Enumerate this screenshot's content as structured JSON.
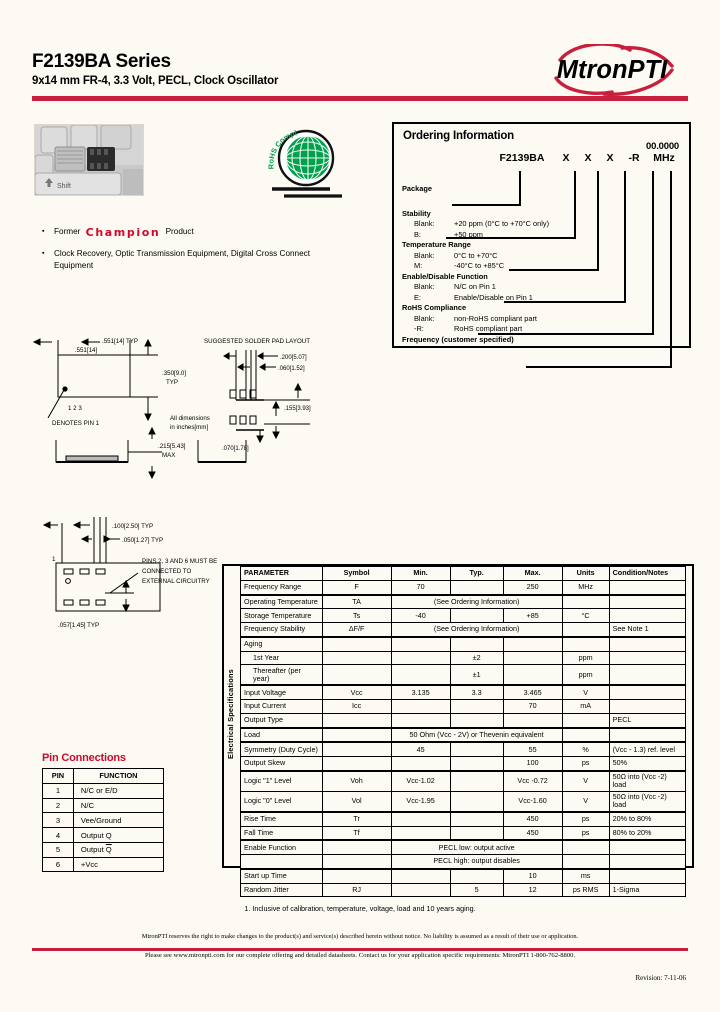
{
  "header": {
    "series_title": "F2139BA Series",
    "subtitle": "9x14 mm FR-4, 3.3 Volt, PECL, Clock Oscillator",
    "brand": "MtronPTI",
    "brand_color": "#c8203c",
    "accent_color": "#cc0a2a"
  },
  "badges": {
    "rohs_label": "RoHS Compliant",
    "rohs_color": "#00a14b"
  },
  "photo": {
    "caption": "Shift"
  },
  "bullets": [
    {
      "prefix": "Former",
      "brand": "Champion",
      "suffix": "Product"
    },
    {
      "text": "Clock Recovery, Optic Transmission Equipment, Digital Cross Connect Equipment"
    }
  ],
  "ordering": {
    "title": "Ordering Information",
    "part_base": "F2139BA",
    "slots": [
      "X",
      "X",
      "X",
      "-R"
    ],
    "freq_value": "00.0000",
    "freq_unit": "MHz",
    "sections": [
      {
        "label": "Package",
        "options": []
      },
      {
        "label": "Stability",
        "options": [
          {
            "code": "Blank:",
            "desc": "+20 ppm (0°C to +70°C only)"
          },
          {
            "code": "B:",
            "desc": "+50 ppm"
          }
        ]
      },
      {
        "label": "Temperature Range",
        "options": [
          {
            "code": "Blank:",
            "desc": "0°C to +70°C"
          },
          {
            "code": "M:",
            "desc": "-40°C to +85°C"
          }
        ]
      },
      {
        "label": "Enable/Disable Function",
        "options": [
          {
            "code": "Blank:",
            "desc": "N/C on Pin 1"
          },
          {
            "code": "E:",
            "desc": "Enable/Disable on Pin 1"
          }
        ]
      },
      {
        "label": "RoHS Compliance",
        "options": [
          {
            "code": "Blank:",
            "desc": "non-RoHS compliant part"
          },
          {
            "code": "-R:",
            "desc": "RoHS compliant part"
          }
        ]
      },
      {
        "label": "Frequency (customer specified)",
        "options": []
      }
    ]
  },
  "mechanical": {
    "solder_pad_title": "SUGGESTED SOLDER PAD LAYOUT",
    "units_note": "All dimensions\nin inches[mm]",
    "labels": {
      "pin1_note": "DENOTES PIN 1",
      "top_width": ".551[14]",
      "top_height": ".350[9.0]\nTYP",
      "side_height": ".215[5.43]\nMAX",
      "pad_a": ".200[5.07]",
      "pad_b": ".060[1.52]",
      "pad_c": ".155[3.93]",
      "pad_d": ".070[1.78]",
      "bot_a": ".100[2.50] TYP",
      "bot_b": ".050[1.27] TYP",
      "bot_c": ".057[1.45] TYP",
      "gnd_note": "PINS 2, 3 AND 6 MUST BE\nCONNECTED TO\nEXTERNAL CIRCUITRY"
    }
  },
  "pin_connections": {
    "title": "Pin Connections",
    "columns": [
      "PIN",
      "FUNCTION"
    ],
    "rows": [
      {
        "pin": "1",
        "function": "N/C or E/D"
      },
      {
        "pin": "2",
        "function": "N/C"
      },
      {
        "pin": "3",
        "function": "Vee/Ground"
      },
      {
        "pin": "4",
        "function": "Output Q"
      },
      {
        "pin": "5",
        "function": "Output Q",
        "overline": true
      },
      {
        "pin": "6",
        "function": "+Vcc"
      }
    ]
  },
  "electrical": {
    "side_label": "Electrical Specifications",
    "columns": [
      "PARAMETER",
      "Symbol",
      "Min.",
      "Typ.",
      "Max.",
      "Units",
      "Condition/Notes"
    ],
    "rows": [
      {
        "parameter": "Frequency Range",
        "symbol": "F",
        "min": "70",
        "typ": "",
        "max": "250",
        "units": "MHz",
        "notes": ""
      },
      {
        "parameter": "Operating Temperature",
        "symbol": "TA",
        "span": "(See Ordering Information)",
        "units": "",
        "notes": ""
      },
      {
        "parameter": "Storage Temperature",
        "symbol": "Ts",
        "min": "-40",
        "typ": "",
        "max": "+85",
        "units": "°C",
        "notes": ""
      },
      {
        "parameter": "Frequency Stability",
        "symbol": "ΔF/F",
        "span": "(See Ordering Information)",
        "units": "",
        "notes": "See Note 1"
      },
      {
        "parameter": "Aging",
        "symbol": "",
        "min": "",
        "typ": "",
        "max": "",
        "units": "",
        "notes": ""
      },
      {
        "parameter": "1st Year",
        "indent": true,
        "symbol": "",
        "min": "",
        "typ": "±2",
        "max": "",
        "units": "ppm",
        "notes": ""
      },
      {
        "parameter": "Thereafter (per year)",
        "indent": true,
        "symbol": "",
        "min": "",
        "typ": "±1",
        "max": "",
        "units": "ppm",
        "notes": ""
      },
      {
        "parameter": "Input Voltage",
        "symbol": "Vcc",
        "min": "3.135",
        "typ": "3.3",
        "max": "3.465",
        "units": "V",
        "notes": ""
      },
      {
        "parameter": "Input Current",
        "symbol": "Icc",
        "min": "",
        "typ": "",
        "max": "70",
        "units": "mA",
        "notes": ""
      },
      {
        "parameter": "Output Type",
        "symbol": "",
        "min": "",
        "typ": "",
        "max": "",
        "units": "",
        "notes": "PECL"
      },
      {
        "parameter": "Load",
        "symbol": "",
        "span": "50 Ohm (Vcc - 2V) or Thevenin equivalent",
        "units": "",
        "notes": ""
      },
      {
        "parameter": "Symmetry (Duty Cycle)",
        "symbol": "",
        "min": "45",
        "typ": "",
        "max": "55",
        "units": "%",
        "notes": "(Vcc - 1.3) ref. level"
      },
      {
        "parameter": "Output Skew",
        "symbol": "",
        "min": "",
        "typ": "",
        "max": "100",
        "units": "ps",
        "notes": "50%"
      },
      {
        "parameter": "Logic \"1\" Level",
        "symbol": "Voh",
        "min": "Vcc-1.02",
        "typ": "",
        "max": "Vcc -0.72",
        "units": "V",
        "notes": "50Ω into (Vcc -2) load"
      },
      {
        "parameter": "Logic \"0\" Level",
        "symbol": "Vol",
        "min": "Vcc-1.95",
        "typ": "",
        "max": "Vcc-1.60",
        "units": "V",
        "notes": "50Ω into (Vcc -2) load"
      },
      {
        "parameter": "Rise Time",
        "symbol": "Tr",
        "min": "",
        "typ": "",
        "max": "450",
        "units": "ps",
        "notes": "20% to 80%"
      },
      {
        "parameter": "Fall Time",
        "symbol": "Tf",
        "min": "",
        "typ": "",
        "max": "450",
        "units": "ps",
        "notes": "80% to 20%"
      },
      {
        "parameter": "Enable Function",
        "symbol": "",
        "span": "PECL low: output active",
        "units": "",
        "notes": ""
      },
      {
        "parameter": "",
        "symbol": "",
        "span": "PECL high: output disables",
        "units": "",
        "notes": ""
      },
      {
        "parameter": "Start up Time",
        "symbol": "",
        "min": "",
        "typ": "",
        "max": "10",
        "units": "ms",
        "notes": ""
      },
      {
        "parameter": "Random Jitter",
        "symbol": "RJ",
        "min": "",
        "typ": "5",
        "max": "12",
        "units": "ps RMS",
        "notes": "1-Sigma"
      }
    ]
  },
  "footer": {
    "note1": "1.  Inclusive of calibration, temperature, voltage, load and 10 years aging.",
    "disclaimer": "MtronPTI reserves the right to make changes to the product(s) and service(s) described herein without notice. No liability is assumed as a result of their use or application.",
    "contact": "Please see www.mtronpti.com for our complete offering and detailed datasheets. Contact us for your application specific requirements: MtronPTI 1-800-762-8800.",
    "revision": "Revision: 7-11-06"
  }
}
